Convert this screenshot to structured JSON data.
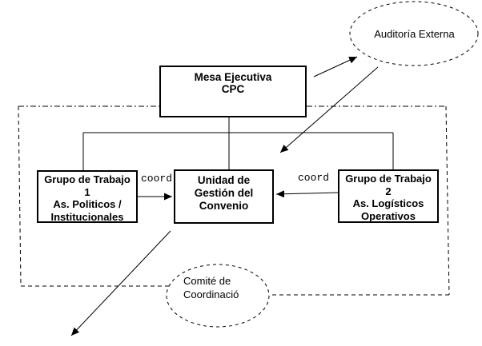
{
  "colors": {
    "background": "#ffffff",
    "line": "#000000",
    "text": "#000000"
  },
  "diagram": {
    "nodes": {
      "mesa_ejecutiva": {
        "label": "Mesa Ejecutiva\nCPC"
      },
      "grupo_trabajo_1": {
        "label": "Grupo de Trabajo\n1\nAs. Politicos /\nInstitucionales"
      },
      "unidad_gestion": {
        "label": "Unidad de\nGestión del\nConvenio"
      },
      "grupo_trabajo_2": {
        "label": "Grupo de Trabajo\n2\nAs. Logísticos\nOperativos"
      },
      "auditoria_externa": {
        "label": "Auditoría Externa"
      },
      "comite_coordinacion": {
        "label": "Comité de\nCoordinació"
      }
    },
    "edge_labels": {
      "coord_left": "coord",
      "coord_right": "coord"
    }
  }
}
